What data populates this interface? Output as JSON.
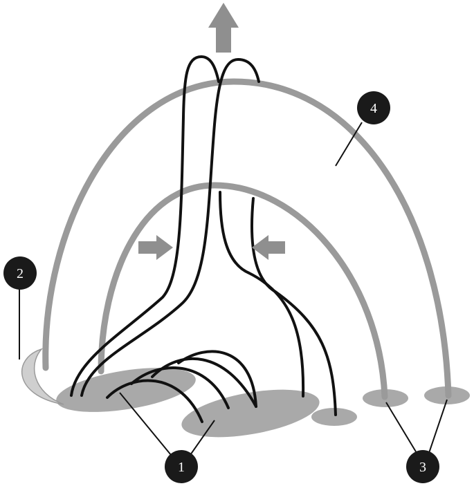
{
  "markers": [
    {
      "id": "1",
      "label": "1"
    },
    {
      "id": "2",
      "label": "2"
    },
    {
      "id": "3",
      "label": "3"
    },
    {
      "id": "4",
      "label": "4"
    }
  ],
  "colors": {
    "background": "#ffffff",
    "arch": "#9a9a9a",
    "field_line": "#111111",
    "footpoint": "#a9a9a9",
    "arrow": "#8f8f8f",
    "marker_fill": "#1a1a1a",
    "marker_text": "#ffffff"
  },
  "icons": {
    "upward_flow": "arrow-up-icon",
    "inflow_left": "arrow-right-icon",
    "inflow_right": "arrow-left-icon",
    "flare_ribbon": "crescent-icon"
  }
}
